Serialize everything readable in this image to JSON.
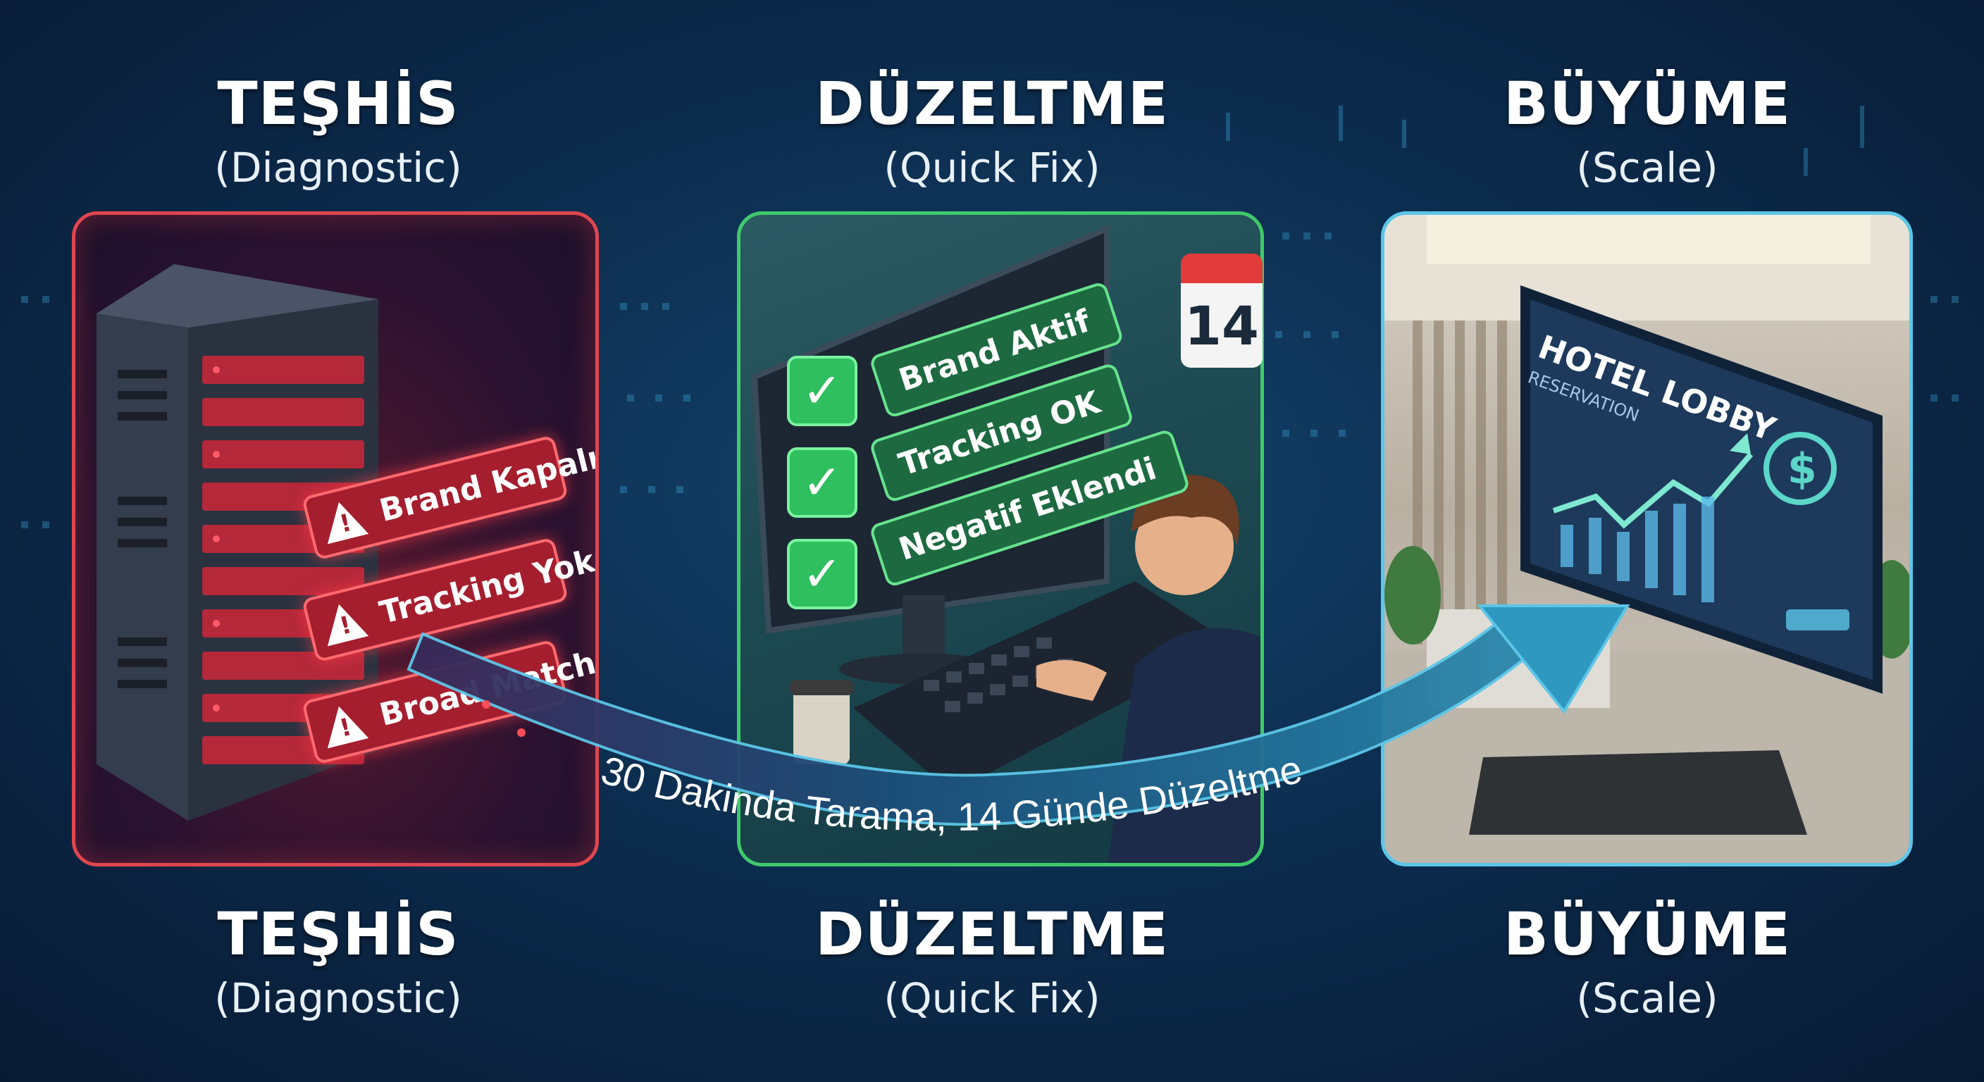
{
  "columns": [
    {
      "title": "TEŞHİS",
      "subtitle": "(Diagnostic)"
    },
    {
      "title": "DÜZELTME",
      "subtitle": "(Quick Fix)"
    },
    {
      "title": "BÜYÜME",
      "subtitle": "(Scale)"
    }
  ],
  "diagnostic_panel": {
    "alerts": [
      "Brand Kapalı!",
      "Tracking Yok!",
      "Broad Match!"
    ]
  },
  "quickfix_panel": {
    "checks": [
      "Brand Aktif",
      "Tracking OK",
      "Negatif Eklendi"
    ],
    "calendar_day": "14"
  },
  "scale_panel": {
    "screen_title": "HOTEL LOBBY",
    "screen_subtitle": "RESERVATION",
    "currency_icon": "$"
  },
  "timeline_banner": "30 Dakinda Tarama, 14 Günde Düzeltme",
  "colors": {
    "diagnostic": "#e0464e",
    "quickfix": "#3fca6b",
    "scale": "#5cc6e8",
    "background": "#0c2d4f"
  }
}
